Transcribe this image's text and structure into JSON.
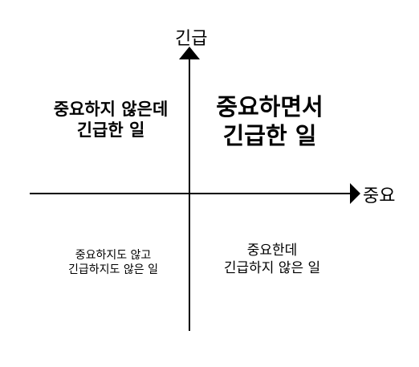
{
  "axes": {
    "y_label": "긴급",
    "x_label": "중요",
    "color": "#000000"
  },
  "quadrants": {
    "top_left": {
      "lines": [
        "중요하지 않은데",
        "긴급한 일"
      ]
    },
    "top_right": {
      "lines": [
        "중요하면서",
        "긴급한 일"
      ]
    },
    "bottom_left": {
      "lines": [
        "중요하지도 않고",
        "긴급하지도 않은 일"
      ]
    },
    "bottom_right": {
      "lines": [
        "중요한데",
        "긴급하지 않은 일"
      ]
    }
  }
}
